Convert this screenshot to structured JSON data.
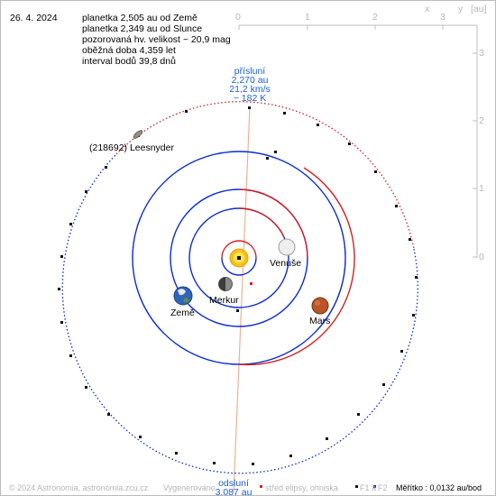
{
  "date": "26. 4. 2024",
  "info": [
    "planetka 2,505 au od Země",
    "planetka 2,349 au od Slunce",
    "pozorovaná hv. velikost ~ 20,9 mag",
    "oběžná doba 4,359 let",
    "interval bodů 39,8 dnů"
  ],
  "axis": {
    "unit": "[au]",
    "x_label": "x",
    "y_label": "y",
    "x_ticks": [
      "0",
      "1",
      "2",
      "3"
    ],
    "y_ticks": [
      "3",
      "2",
      "1",
      "0"
    ]
  },
  "perihelion": {
    "title": "přísluní",
    "distance": "2,270 au",
    "speed": "21,2 km/s",
    "temperature": "~ 182 K"
  },
  "aphelion": {
    "title": "odsluní",
    "distance": "3,087 au"
  },
  "asteroid_name": "(218692) Leesnyder",
  "planets": {
    "venus": "Venuše",
    "mercury": "Merkur",
    "earth": "Země",
    "mars": "Mars"
  },
  "footer": {
    "copyright": "© 2024 Astronomia, astronomia.zcu.cz",
    "generated": "Vygenerováno",
    "legend_center": "střed elipsy, ohniska",
    "legend_f1": "F1 a",
    "legend_f2": "F2",
    "scale": "Měřítko : 0,0132 au/bod"
  },
  "colors": {
    "orbit_blue": "#0a2bd0",
    "orbit_red": "#d42020",
    "apsis_line": "#f0b090",
    "axis": "#bdbdbd",
    "label_blue": "#1a5fd6"
  }
}
